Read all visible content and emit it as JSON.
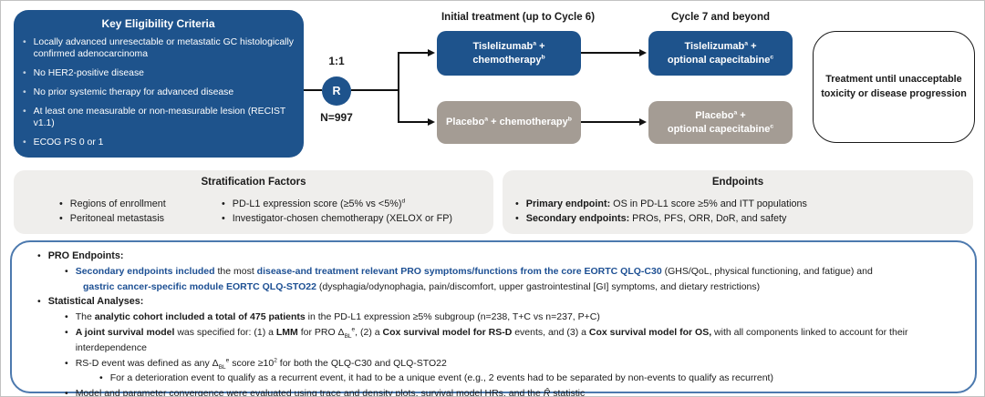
{
  "colors": {
    "dark_blue": "#1E538C",
    "arm_gray": "#A49C94",
    "panel_gray": "#EFEEEC",
    "pro_border_blue": "#4C79AE",
    "accent_text_blue": "#1C4F93"
  },
  "eligibility": {
    "title": "Key Eligibility Criteria",
    "items": [
      "Locally advanced unresectable or metastatic GC histologically confirmed adenocarcinoma",
      "No HER2-positive disease",
      "No prior systemic therapy for advanced disease",
      "At least one measurable or non-measurable lesion (RECIST v1.1)",
      "ECOG PS 0 or 1"
    ]
  },
  "randomization": {
    "ratio": "1:1",
    "symbol": "R",
    "n_label": "N=997"
  },
  "column_headers": {
    "initial": "Initial treatment (up to Cycle 6)",
    "beyond": "Cycle 7 and beyond"
  },
  "arms": {
    "tis_initial": [
      [
        {
          "t": "Tislelizumab"
        },
        {
          "t": "a",
          "v": "sup"
        },
        {
          "t": " +"
        }
      ],
      [
        {
          "t": "chemotherapy"
        },
        {
          "t": "b",
          "v": "sup"
        }
      ]
    ],
    "pbo_initial": [
      [
        {
          "t": "Placebo"
        },
        {
          "t": "a",
          "v": "sup"
        },
        {
          "t": " + chemotherapy"
        },
        {
          "t": "b",
          "v": "sup"
        }
      ]
    ],
    "tis_beyond": [
      [
        {
          "t": "Tislelizumab"
        },
        {
          "t": "a",
          "v": "sup"
        },
        {
          "t": " +"
        }
      ],
      [
        {
          "t": "optional capecitabine"
        },
        {
          "t": "c",
          "v": "sup"
        }
      ]
    ],
    "pbo_beyond": [
      [
        {
          "t": "Placebo"
        },
        {
          "t": "a",
          "v": "sup"
        },
        {
          "t": " +"
        }
      ],
      [
        {
          "t": "optional capecitabine"
        },
        {
          "t": "c",
          "v": "sup"
        }
      ]
    ]
  },
  "outcome": {
    "lines": [
      "Treatment until unacceptable",
      "toxicity or disease progression"
    ]
  },
  "stratification": {
    "title": "Stratification Factors",
    "col1": [
      "Regions of enrollment",
      "Peritoneal metastasis"
    ],
    "col2": [
      [
        {
          "t": "PD-L1 expression score (≥5% vs <5%)"
        },
        {
          "t": "d",
          "v": "sup"
        }
      ],
      [
        {
          "t": "Investigator-chosen chemotherapy (XELOX or FP)"
        }
      ]
    ]
  },
  "endpoints": {
    "title": "Endpoints",
    "items": [
      [
        {
          "t": "Primary endpoint:",
          "b": true
        },
        {
          "t": " OS in PD-L1 score ≥5% and ITT populations"
        }
      ],
      [
        {
          "t": "Secondary endpoints:",
          "b": true
        },
        {
          "t": " PROs, PFS, ORR, DoR, and safety"
        }
      ]
    ]
  },
  "pro_panel": {
    "heading1": "PRO Endpoints:",
    "line1a": [
      {
        "t": "Secondary endpoints included",
        "b": true,
        "c": true
      },
      {
        "t": " the most "
      },
      {
        "t": "disease-and treatment relevant PRO symptoms/functions from the core EORTC QLQ-C30",
        "b": true,
        "c": true
      },
      {
        "t": " (GHS/QoL, physical functioning, and fatigue) and"
      }
    ],
    "line1b": [
      {
        "t": "gastric cancer-specific module EORTC QLQ-STO22",
        "b": true,
        "c": true
      },
      {
        "t": " (dysphagia/odynophagia, pain/discomfort, upper gastrointestinal [GI] symptoms, and dietary restrictions)"
      }
    ],
    "heading2": "Statistical Analyses:",
    "stat1": [
      {
        "t": "The "
      },
      {
        "t": "analytic cohort included a total of 475 patients",
        "b": true
      },
      {
        "t": " in the PD-L1 expression ≥5% subgroup (n=238, T+C vs n=237, P+C)"
      }
    ],
    "stat2": [
      {
        "t": "A joint survival model",
        "b": true
      },
      {
        "t": " was specified for: (1) a "
      },
      {
        "t": "LMM",
        "b": true
      },
      {
        "t": " for PRO Δ"
      },
      {
        "t": "BL",
        "v": "sub"
      },
      {
        "t": "e",
        "v": "sup"
      },
      {
        "t": ", (2) a "
      },
      {
        "t": "Cox survival model for RS-D",
        "b": true
      },
      {
        "t": " events, and (3) a "
      },
      {
        "t": "Cox survival model for OS,",
        "b": true
      },
      {
        "t": " with all components linked to account for their interdependence"
      }
    ],
    "stat3": [
      {
        "t": "RS-D event was defined as any Δ"
      },
      {
        "t": "BL",
        "v": "sub"
      },
      {
        "t": "e",
        "v": "sup"
      },
      {
        "t": " score ≥10"
      },
      {
        "t": "2",
        "v": "sup"
      },
      {
        "t": " for both the QLQ-C30 and QLQ-STO22"
      }
    ],
    "stat3a": [
      {
        "t": "For a deterioration event to qualify as a recurrent event, it had to be a unique event (e.g., 2 events had to be separated by non-events to qualify as recurrent)"
      }
    ],
    "stat4": [
      {
        "t": "Model and parameter convergence were evaluated using trace and density plots, survival model HRs, and the "
      },
      {
        "t": "R̂",
        "i": true
      },
      {
        "t": " statistic"
      }
    ],
    "bullet": "•"
  }
}
